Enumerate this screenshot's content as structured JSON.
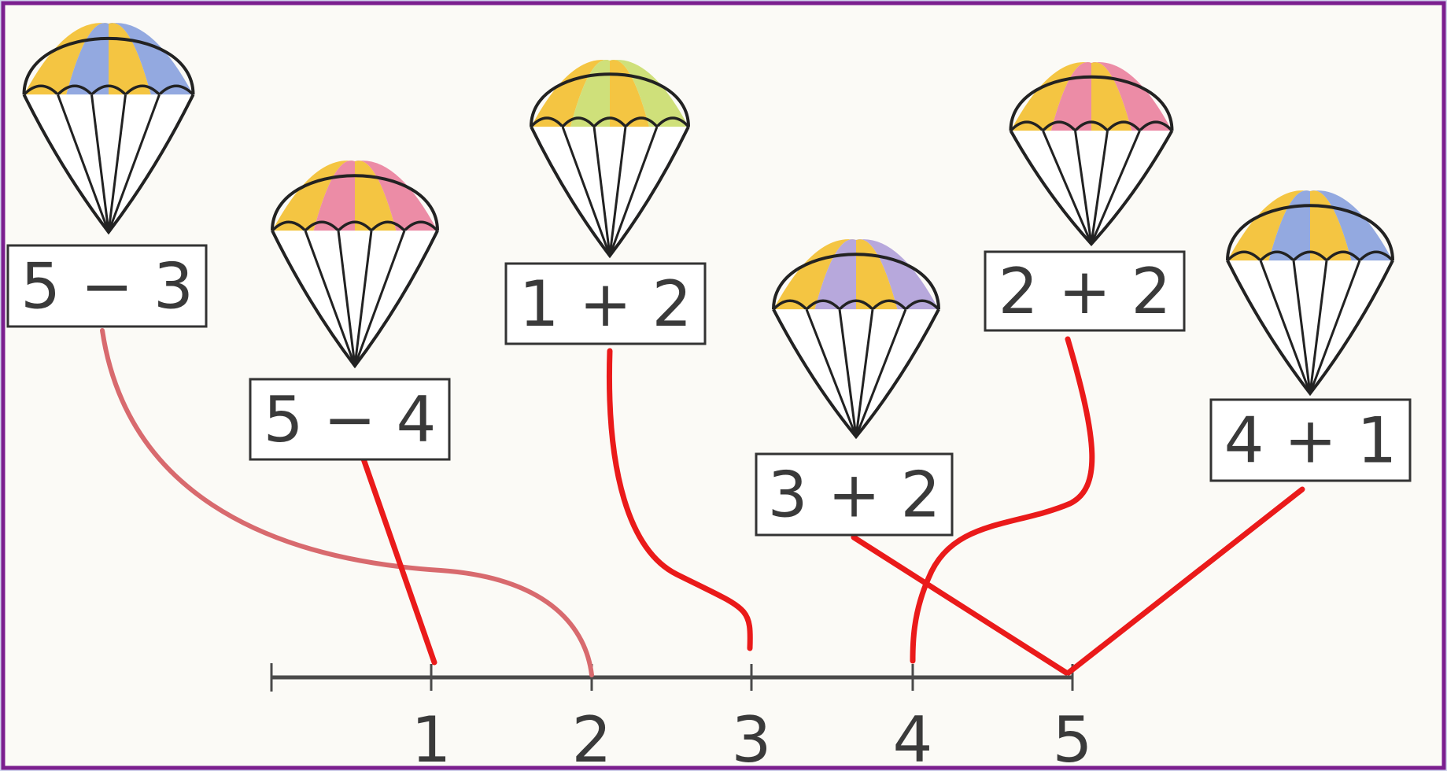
{
  "number_line": {
    "ticks": [
      "1",
      "2",
      "3",
      "4",
      "5"
    ]
  },
  "parachutes": [
    {
      "expression": "5 − 3",
      "canopy": [
        "#f4c542",
        "#93a9e0",
        "#f4c542",
        "#93a9e0"
      ],
      "answer": "2"
    },
    {
      "expression": "5 − 4",
      "canopy": [
        "#f4c542",
        "#ec8ca6",
        "#f4c542",
        "#ec8ca6"
      ],
      "answer": "1"
    },
    {
      "expression": "1 + 2",
      "canopy": [
        "#f4c542",
        "#cfe07a",
        "#f4c542",
        "#cfe07a"
      ],
      "answer": "3"
    },
    {
      "expression": "3 + 2",
      "canopy": [
        "#f4c542",
        "#b7a8dc",
        "#f4c542",
        "#b7a8dc"
      ],
      "answer": "5"
    },
    {
      "expression": "2 + 2",
      "canopy": [
        "#f4c542",
        "#ec8ca6",
        "#f4c542",
        "#ec8ca6"
      ],
      "answer": "4"
    },
    {
      "expression": "4 + 1",
      "canopy": [
        "#f4c542",
        "#93a9e0",
        "#f4c542",
        "#93a9e0"
      ],
      "answer": "5"
    }
  ],
  "colors": {
    "frame_border": "#7b1f8f",
    "paper": "#fbfaf6",
    "connector_red": "#ea1a1a",
    "connector_pink": "#d86a6e",
    "ink": "#3a3a3a"
  }
}
